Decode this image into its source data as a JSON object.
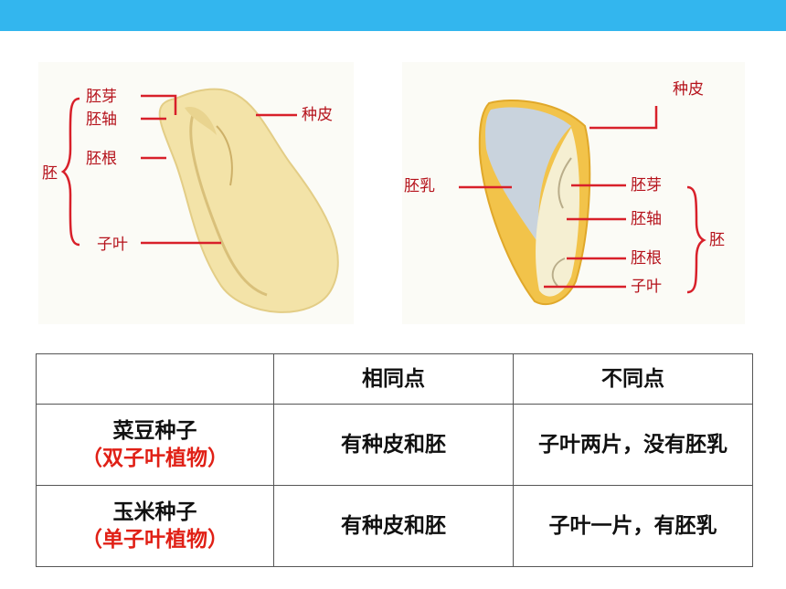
{
  "bean": {
    "label_plumule": "胚芽",
    "label_hypocotyl": "胚轴",
    "label_radicle": "胚根",
    "label_embryo": "胚",
    "label_seed_coat": "种皮",
    "label_cotyledon": "子叶"
  },
  "corn": {
    "label_seed_coat": "种皮",
    "label_endosperm": "胚乳",
    "label_plumule": "胚芽",
    "label_hypocotyl": "胚轴",
    "label_radicle": "胚根",
    "label_cotyledon": "子叶",
    "label_embryo": "胚"
  },
  "table": {
    "header": [
      "",
      "相同点",
      "不同点"
    ],
    "rows": [
      {
        "name": "菜豆种子",
        "type": "（双子叶植物）",
        "same": "有种皮和胚",
        "diff": "子叶两片，没有胚乳"
      },
      {
        "name": "玉米种子",
        "type": "（单子叶植物）",
        "same": "有种皮和胚",
        "diff": "子叶一片，有胚乳"
      }
    ]
  },
  "colors": {
    "top_bar": "#33b6ee",
    "label_red": "#b5121b",
    "subtitle_red": "#e02016"
  }
}
